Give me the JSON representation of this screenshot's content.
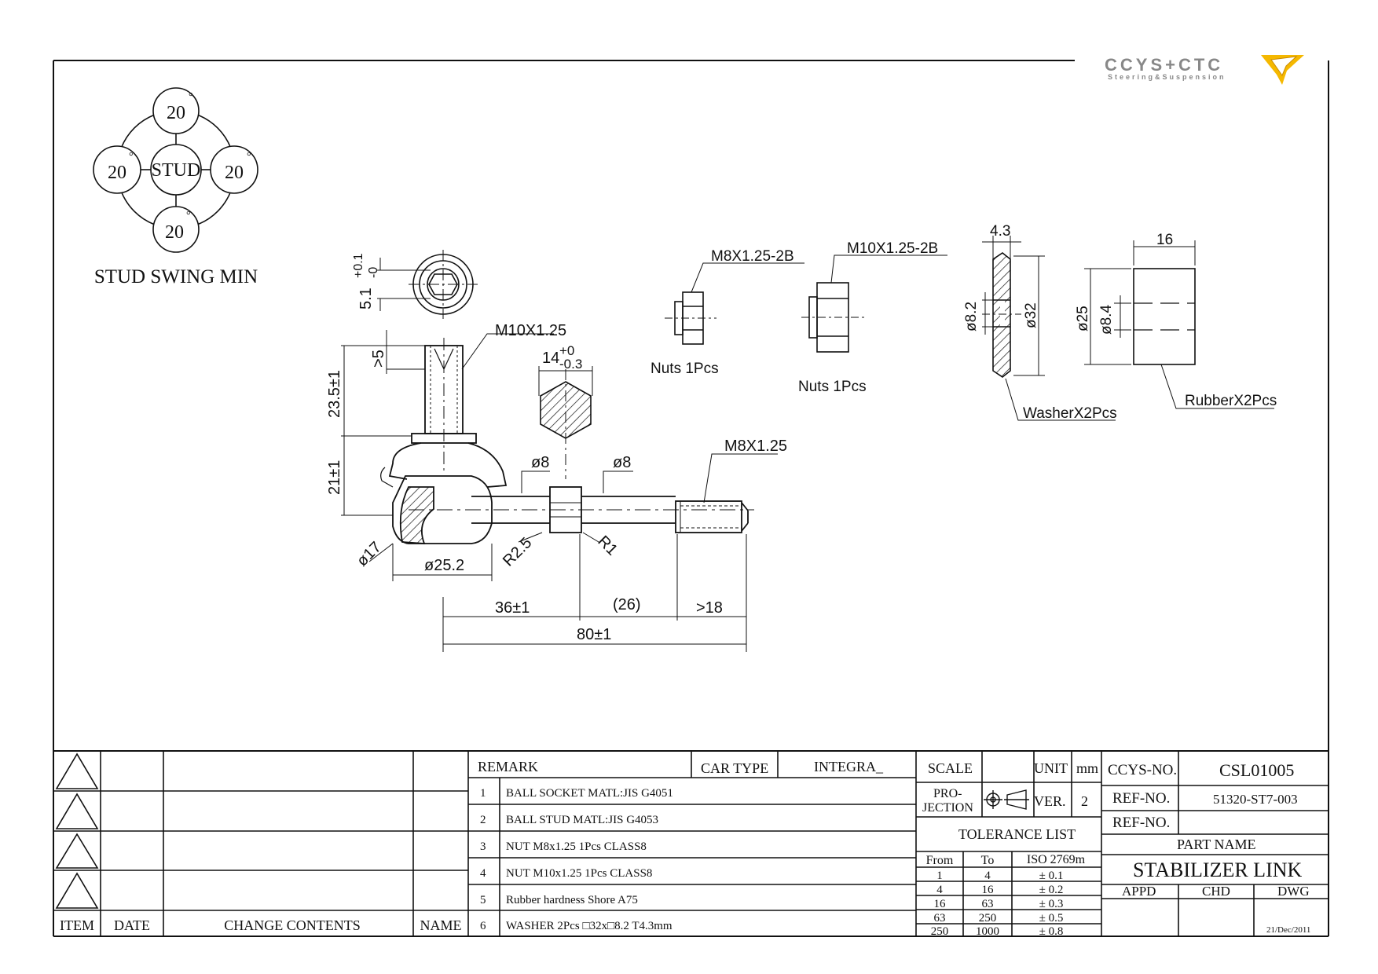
{
  "logo": {
    "brand": "CCYS+CTC",
    "tagline": "Steering&Suspension"
  },
  "stud_swing": {
    "center": "STUD",
    "angles": [
      "20",
      "20",
      "20",
      "20"
    ],
    "degree": "°",
    "label": "STUD SWING MIN"
  },
  "dimensions": {
    "top_view_height": "5.1",
    "top_view_tol_plus": "+0.1",
    "top_view_tol_minus": "-0",
    "thread_top": "M10X1.25",
    "gt5": ">5",
    "height_23_5": "23.5±1",
    "height_21": "21±1",
    "hex_size": "14",
    "hex_tol_plus": "+0",
    "hex_tol_minus": "-0.3",
    "dia8_a": "ø8",
    "dia8_b": "ø8",
    "thread_right": "M8X1.25",
    "dia17": "ø17",
    "dia25_2": "ø25.2",
    "r2_5": "R2.5",
    "r1": "R1",
    "len36": "36±1",
    "len26": "(26)",
    "len18": ">18",
    "len80": "80±1"
  },
  "parts": {
    "nut_small_spec": "M8X1.25-2B",
    "nut_small_label": "Nuts 1Pcs",
    "nut_large_spec": "M10X1.25-2B",
    "nut_large_label": "Nuts 1Pcs",
    "washer_thk": "4.3",
    "washer_id": "ø8.2",
    "washer_od": "ø32",
    "washer_label": "WasherX2Pcs",
    "rubber_len": "16",
    "rubber_od": "ø25",
    "rubber_id": "ø8.4",
    "rubber_label": "RubberX2Pcs"
  },
  "revision_table": {
    "headers": {
      "item": "ITEM",
      "date": "DATE",
      "change": "CHANGE CONTENTS",
      "name": "NAME"
    }
  },
  "remarks": {
    "header": "REMARK",
    "car_type_label": "CAR TYPE",
    "car_type_value": "INTEGRA_",
    "items": [
      {
        "no": "1",
        "text": "BALL SOCKET MATL:JIS G4051"
      },
      {
        "no": "2",
        "text": "BALL STUD MATL:JIS G4053"
      },
      {
        "no": "3",
        "text": "NUT M8x1.25 1Pcs CLASS8"
      },
      {
        "no": "4",
        "text": "NUT M10x1.25 1Pcs CLASS8"
      },
      {
        "no": "5",
        "text": "Rubber hardness Shore A75"
      },
      {
        "no": "6",
        "text": "WASHER 2Pcs □32x□8.2 T4.3mm"
      }
    ]
  },
  "title_block": {
    "scale_label": "SCALE",
    "unit_label": "UNIT",
    "unit_value": "mm",
    "projection_label_1": "PRO-",
    "projection_label_2": "JECTION",
    "ver_label": "VER.",
    "ver_value": "2",
    "tolerance_title": "TOLERANCE LIST",
    "tol_from": "From",
    "tol_to": "To",
    "tol_std": "ISO 2769m",
    "tolerances": [
      {
        "from": "1",
        "to": "4",
        "tol": "± 0.1"
      },
      {
        "from": "4",
        "to": "16",
        "tol": "± 0.2"
      },
      {
        "from": "16",
        "to": "63",
        "tol": "± 0.3"
      },
      {
        "from": "63",
        "to": "250",
        "tol": "± 0.5"
      },
      {
        "from": "250",
        "to": "1000",
        "tol": "± 0.8"
      }
    ],
    "ccys_no_label": "CCYS-NO.",
    "ccys_no_value": "CSL01005",
    "ref_no_label": "REF-NO.",
    "ref_no_value": "51320-ST7-003",
    "ref_no_label_2": "REF-NO.",
    "part_name_label": "PART NAME",
    "part_name_value": "STABILIZER LINK",
    "appd": "APPD",
    "chd": "CHD",
    "dwg": "DWG",
    "date": "21/Dec/2011"
  },
  "colors": {
    "line": "#111111",
    "logo_gray": "#888888",
    "logo_yellow": "#f5b800"
  }
}
